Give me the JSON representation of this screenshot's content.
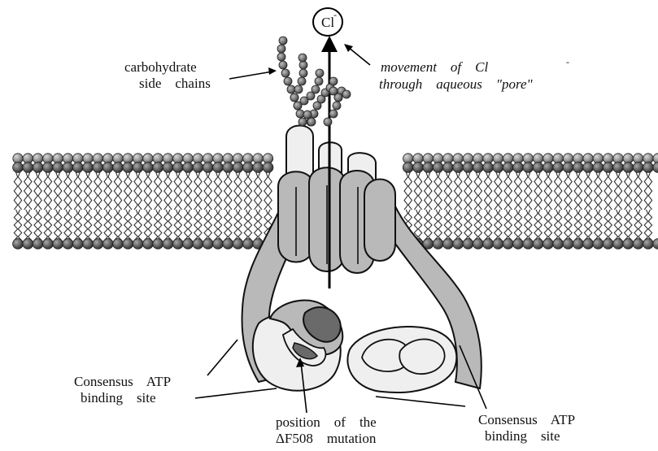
{
  "diagram": {
    "ion": {
      "symbol": "Cl",
      "charge": "-"
    },
    "labels": {
      "carbohydrate": [
        "carbohydrate",
        "side    chains"
      ],
      "pore": [
        "movement    of    Cl",
        "through    aqueous    \"pore\""
      ],
      "pore_charge": "-",
      "atp_left": [
        "Consensus    ATP",
        "binding    site"
      ],
      "mutation": [
        "position    of    the",
        "ΔF508    mutation"
      ],
      "atp_right": [
        "Consensus    ATP",
        "binding    site"
      ]
    },
    "colors": {
      "head_dark": "#4d4d4d",
      "head_mid": "#8a8a8a",
      "helix_fill": "#b9b9b9",
      "loop_fill": "#efefef",
      "nbd_dark": "#6a6a6a",
      "outline": "#111111"
    }
  }
}
